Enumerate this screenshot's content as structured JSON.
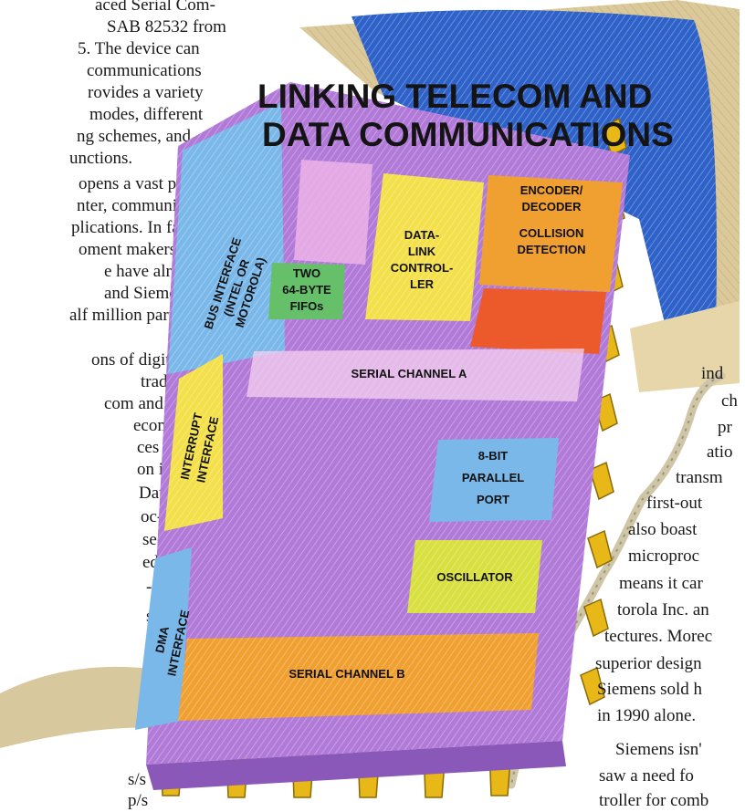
{
  "headline": {
    "line1": "LINKING TELECOM AND",
    "line2": "DATA COMMUNICATIONS"
  },
  "blocks": {
    "bus_interface": [
      "BUS INTERFACE",
      "(INTEL OR",
      "MOTOROLA)"
    ],
    "fifos": [
      "TWO",
      "64-BYTE",
      "FIFOs"
    ],
    "data_link": [
      "DATA-",
      "LINK",
      "CONTROL-",
      "LER"
    ],
    "encoder": [
      "ENCODER/",
      "DECODER",
      "COLLISION",
      "DETECTION"
    ],
    "serial_a": "SERIAL CHANNEL A",
    "interrupt": [
      "INTERRUPT",
      "INTERFACE"
    ],
    "parallel": [
      "8-BIT",
      "PARALLEL",
      "PORT"
    ],
    "oscillator": "OSCILLATOR",
    "dma": [
      "DMA",
      "INTERFACE"
    ],
    "serial_b": "SERIAL CHANNEL B"
  },
  "colors": {
    "chip": "#b27ad8",
    "blue_block": "#7ab8ea",
    "yellow_block": "#f4e04a",
    "orange_block": "#f0a030",
    "green_block": "#66c06a",
    "pink_block": "#f0b6e8",
    "monitor_screen": "#2f62c9",
    "monitor_frame": "#d9c89a"
  },
  "left_text": [
    "aced Serial Com-",
    "SAB 82532 from",
    "5. The device can",
    "communications",
    "rovides a variety",
    "modes, different",
    "ng schemes, and",
    "unctions.",
    "opens a vast po-",
    "nter, communica-",
    "plications. In fact,",
    "oment makers in",
    "e have already",
    "and Siemens ex-",
    "alf million parts",
    "ons of digital",
    "traditionally",
    "com and dat-",
    "ecom, dedi-",
    "ces support",
    "on in-",
    "Data",
    "oc-",
    "se-",
    "ed",
    "-",
    "s",
    "s",
    "s/s",
    "p/s"
  ],
  "right_text": [
    "ind",
    "ch",
    "pr",
    "atio",
    "transm",
    "first-out",
    "also boast",
    "microproc",
    "means it car",
    "torola Inc. an",
    "tectures. Morec",
    "superior design",
    "Siemens sold h",
    "in 1990 alone.",
    "Siemens isn'",
    "saw a need fo",
    "troller for comb"
  ]
}
